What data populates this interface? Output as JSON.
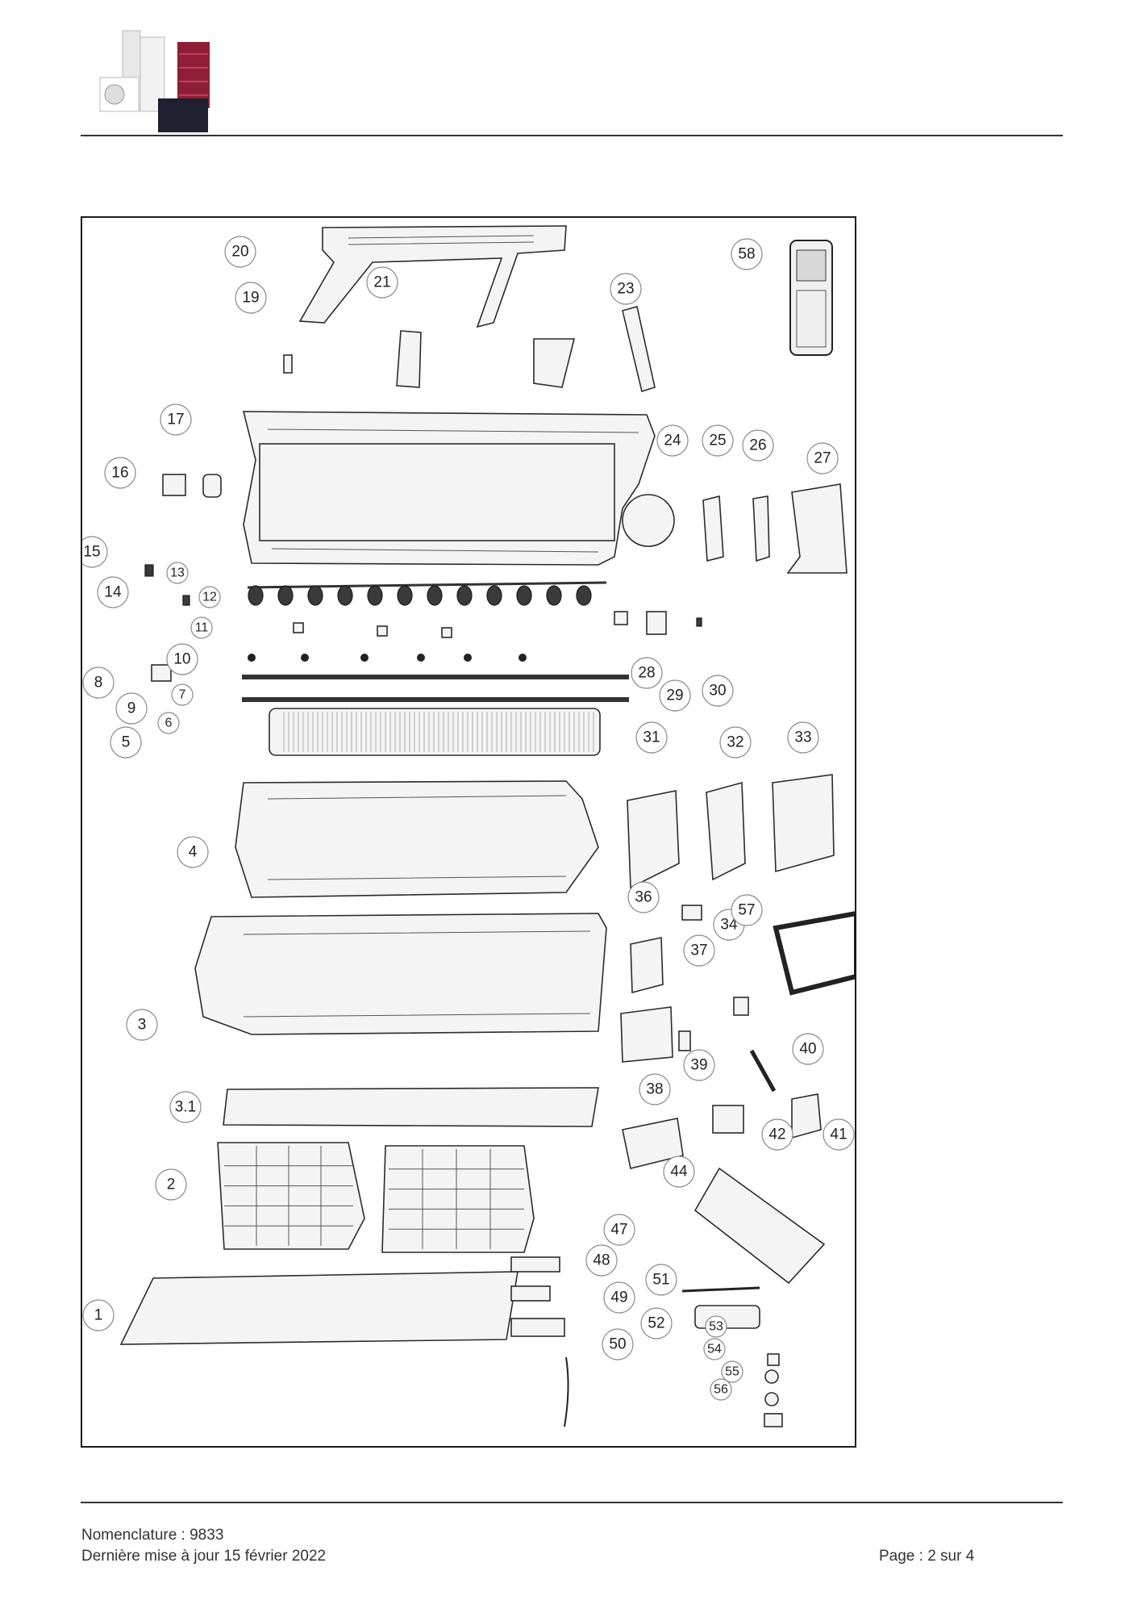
{
  "header": {
    "logo_alt": "Logo gamme produits"
  },
  "diagram": {
    "callouts": [
      "1",
      "2",
      "3",
      "3.1",
      "4",
      "5",
      "6",
      "7",
      "8",
      "9",
      "10",
      "11",
      "12",
      "13",
      "14",
      "15",
      "16",
      "17",
      "19",
      "20",
      "21",
      "23",
      "24",
      "25",
      "26",
      "27",
      "28",
      "29",
      "30",
      "31",
      "32",
      "33",
      "34",
      "36",
      "37",
      "38",
      "39",
      "40",
      "41",
      "42",
      "44",
      "47",
      "48",
      "49",
      "50",
      "51",
      "52",
      "53",
      "54",
      "55",
      "56",
      "57",
      "58"
    ]
  },
  "footer": {
    "nomenclature": "Nomenclature : 9833",
    "last_update": "Dernière mise à jour 15 février 2022",
    "page": "Page : 2 sur 4"
  }
}
